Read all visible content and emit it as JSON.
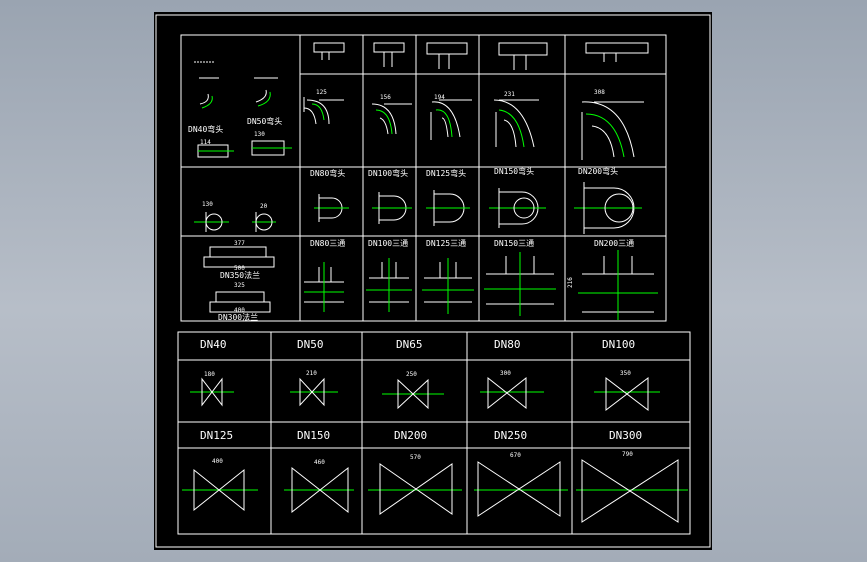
{
  "drawing": {
    "elbow_labels": [
      "DN40弯头",
      "DN50弯头"
    ],
    "elbow_dims": [
      "114",
      "130",
      "125",
      "156",
      "194",
      "231",
      "308"
    ],
    "pipe_dims": [
      "130",
      "20"
    ],
    "u_labels": [
      "DN80弯头",
      "DN100弯头",
      "DN125弯头",
      "DN150弯头",
      "DN200弯头"
    ],
    "tee_labels": [
      "DN80三通",
      "DN100三通",
      "DN125三通",
      "DN150三通",
      "DN200三通"
    ],
    "tee_dims": [
      "216"
    ],
    "flange_dims": [
      "377",
      "500",
      "325",
      "400"
    ],
    "flange_labels": [
      "DN350法兰",
      "DN300法兰"
    ],
    "valves_row1": [
      {
        "label": "DN40",
        "dim": "180"
      },
      {
        "label": "DN50",
        "dim": "210"
      },
      {
        "label": "DN65",
        "dim": "250"
      },
      {
        "label": "DN80",
        "dim": "300"
      },
      {
        "label": "DN100",
        "dim": "350"
      }
    ],
    "valves_row2": [
      {
        "label": "DN125",
        "dim": "400"
      },
      {
        "label": "DN150",
        "dim": "460"
      },
      {
        "label": "DN200",
        "dim": "570"
      },
      {
        "label": "DN250",
        "dim": "670"
      },
      {
        "label": "DN300",
        "dim": "790"
      }
    ]
  },
  "colors": {
    "line": "#ffffff",
    "centerline": "#00ff00",
    "background": "#000000",
    "frame": "#ffffff"
  }
}
